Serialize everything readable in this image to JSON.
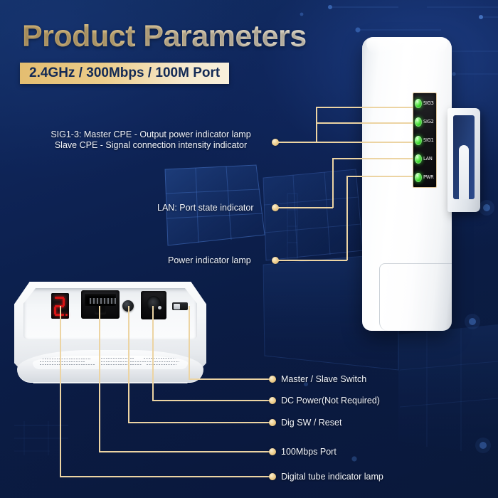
{
  "header": {
    "title": "Product Parameters",
    "subtitle": "2.4GHz / 300Mbps / 100M Port"
  },
  "colors": {
    "background_dark": "#0d1f4e",
    "background_mid": "#123063",
    "accent_gold": "#e8c88a",
    "title_gold": "#e4c27e",
    "title_cream": "#f7f0e0",
    "banner_text": "#132a55",
    "callout_text": "#f2f5fb",
    "led_green": "#2fd41f",
    "digit_red": "#d61414",
    "device_white": "#ffffff"
  },
  "device_top": {
    "name": "outdoor-cpe-wireless-bridge",
    "led_panel": {
      "leds": [
        {
          "label": "SIG3",
          "color": "green",
          "state": "on"
        },
        {
          "label": "SIG2",
          "color": "green",
          "state": "on"
        },
        {
          "label": "SIG1",
          "color": "green",
          "state": "on"
        },
        {
          "label": "LAN",
          "color": "green",
          "state": "on"
        },
        {
          "label": "PWR",
          "color": "green",
          "state": "on"
        }
      ]
    }
  },
  "device_bottom": {
    "name": "cpe-port-panel-rear-view",
    "digital_tube_value": "2",
    "ports": [
      {
        "name": "digital-tube-display",
        "label": "Digital tube indicator lamp"
      },
      {
        "name": "rj45-lan-port",
        "label": "100Mbps Port"
      },
      {
        "name": "reset-button",
        "label": "Dig SW / Reset"
      },
      {
        "name": "dc-power-jack",
        "label": "DC Power(Not Required)"
      },
      {
        "name": "master-slave-switch",
        "label": "Master / Slave Switch"
      }
    ]
  },
  "callouts_top": [
    {
      "name": "sig-indicator-callout",
      "line1": "SIG1-3: Master CPE - Output power indicator lamp",
      "line2": "Slave CPE - Signal connection intensity indicator"
    },
    {
      "name": "lan-indicator-callout",
      "line1": "LAN: Port state indicator"
    },
    {
      "name": "power-indicator-callout",
      "line1": "Power indicator lamp"
    }
  ],
  "callouts_bottom": [
    {
      "name": "master-slave-switch-callout",
      "label": "Master / Slave Switch"
    },
    {
      "name": "dc-power-callout",
      "label": "DC Power(Not Required)"
    },
    {
      "name": "dig-sw-reset-callout",
      "label": "Dig SW / Reset"
    },
    {
      "name": "lan-port-callout",
      "label": "100Mbps Port"
    },
    {
      "name": "digital-tube-callout",
      "label": "Digital tube indicator lamp"
    }
  ]
}
